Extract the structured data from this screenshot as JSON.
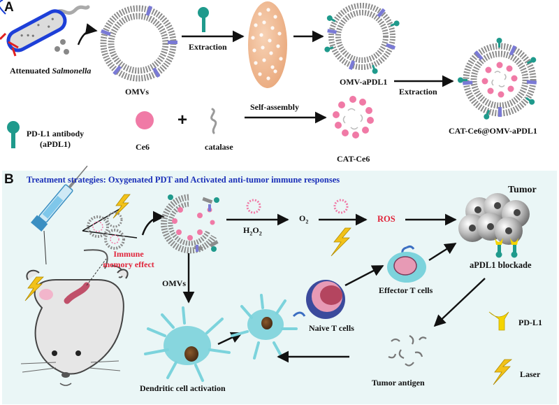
{
  "panel_a": {
    "letter": "A",
    "bacterium_label_prefix": "Attenuated ",
    "bacterium_label_italic": "Salmonella",
    "omvs_label": "OMVs",
    "extraction_label_1": "Extraction",
    "omv_apdl1_label": "OMV-aPDL1",
    "extraction_label_2": "Extraction",
    "antibody_label_line1": "PD-L1 antibody",
    "antibody_label_line2": "(aPDL1)",
    "ce6_label": "Ce6",
    "plus_sign": "+",
    "catalase_label": "catalase",
    "self_assembly_label": "Self-assembly",
    "cat_ce6_label": "CAT-Ce6",
    "final_label": "CAT-Ce6@OMV-aPDL1"
  },
  "panel_b": {
    "letter": "B",
    "title": "Treatment strategies: Oxygenated PDT and Activated anti-tumor immune responses",
    "tumor_label": "Tumor",
    "h2o2_main": "H",
    "h2o2_sub1": "2",
    "h2o2_mid": "O",
    "h2o2_sub2": "2",
    "o2_main": "O",
    "o2_sub": "2",
    "ros_label": "ROS",
    "apdl1_blockade_label": "aPDL1 blockade",
    "immune_memory_line1": "Immune",
    "immune_memory_line2": "memory effect",
    "omvs_label": "OMVs",
    "effector_label": "Effector T cells",
    "naive_label": "Naive T cells",
    "pdl1_legend_label": "PD-L1",
    "laser_legend_label": "Laser",
    "dendritic_label": "Dendritic cell activation",
    "tumor_antigen_label": "Tumor antigen"
  },
  "colors": {
    "panel_b_background": "#eaf6f6",
    "title_blue": "#1a2fb8",
    "red_text": "#e0243a",
    "membrane_gray": "#8c8c8c",
    "transmembrane_purple": "#7a7ad6",
    "antibody_teal": "#1f9a8c",
    "ce6_pink": "#f07aa6",
    "cell_cyan": "#7cd3dc",
    "laser_yellow": "#f2c21a",
    "pdl1_yellow": "#f5d400"
  }
}
